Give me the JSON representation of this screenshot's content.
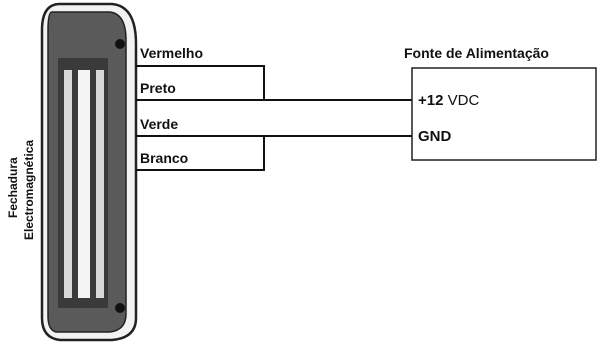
{
  "device": {
    "label_line1": "Fechadura",
    "label_line2": "Electromagnética"
  },
  "wires": {
    "red": "Vermelho",
    "black": "Preto",
    "green": "Verde",
    "white": "Branco"
  },
  "power_supply": {
    "title": "Fonte de Alimentação",
    "positive_bold": "+12",
    "positive_rest": " VDC",
    "ground": "GND"
  }
}
